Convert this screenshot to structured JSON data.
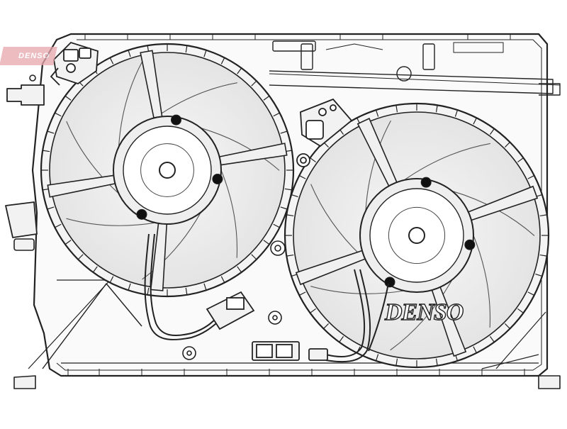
{
  "watermark": {
    "text": "DENSO",
    "color": "#e8a6ad"
  },
  "product": {
    "brand_label": "DENSO"
  },
  "fans": [
    {
      "name": "left-fan",
      "blade_count": 7
    },
    {
      "name": "right-fan",
      "blade_count": 7
    }
  ],
  "colors": {
    "line": "#222222",
    "fill": "#ececec",
    "paper": "#ffffff"
  }
}
